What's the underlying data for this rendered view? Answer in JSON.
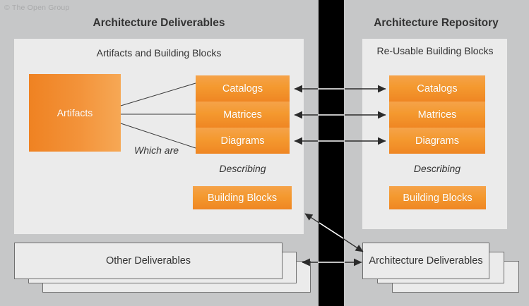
{
  "meta": {
    "copyright": "© The Open Group",
    "canvas_bg": "#c6c7c8",
    "panel_bg": "#ebebeb",
    "orange_light": "#f5a34a",
    "orange_dark": "#ef8623",
    "divider_color": "#000000",
    "text_color": "#333333"
  },
  "columns": {
    "left": {
      "title": "Architecture Deliverables",
      "panel_heading": "Artifacts and Building Blocks"
    },
    "right": {
      "title": "Architecture Repository",
      "panel_heading": "Re-Usable Building Blocks"
    }
  },
  "left_panel": {
    "artifacts_label": "Artifacts",
    "artifact_types": [
      {
        "label": "Catalogs"
      },
      {
        "label": "Matrices"
      },
      {
        "label": "Diagrams"
      }
    ],
    "which_are_label": "Which are",
    "describing_label": "Describing",
    "building_blocks_label": "Building Blocks"
  },
  "right_panel": {
    "artifact_types": [
      {
        "label": "Catalogs"
      },
      {
        "label": "Matrices"
      },
      {
        "label": "Diagrams"
      }
    ],
    "describing_label": "Describing",
    "building_blocks_label": "Building Blocks"
  },
  "bottom": {
    "left_stack_label": "Other Deliverables",
    "right_stack_label": "Architecture Deliverables"
  },
  "connectors": [
    {
      "name": "catalogs-link",
      "kind": "double-arrow",
      "from": "left.catalogs",
      "to": "right.catalogs"
    },
    {
      "name": "matrices-link",
      "kind": "double-arrow",
      "from": "left.matrices",
      "to": "right.matrices"
    },
    {
      "name": "diagrams-link",
      "kind": "double-arrow",
      "from": "left.diagrams",
      "to": "right.diagrams"
    },
    {
      "name": "deliverables-link",
      "kind": "double-arrow",
      "from": "other-deliverables",
      "to": "architecture-deliverables"
    },
    {
      "name": "repository-diagonal-link",
      "kind": "double-arrow",
      "from": "left-panel",
      "to": "architecture-deliverables"
    },
    {
      "name": "artifacts-fanout",
      "kind": "plain-lines",
      "from": "artifacts",
      "to": [
        "catalogs",
        "matrices",
        "diagrams"
      ]
    }
  ]
}
